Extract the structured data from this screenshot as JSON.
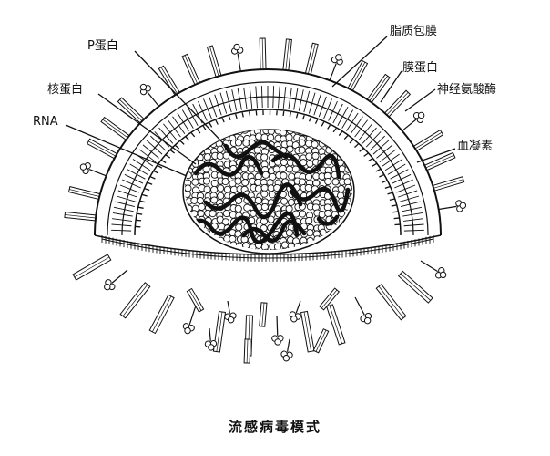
{
  "labels": {
    "p_protein": "P蛋白",
    "nucleoprotein": "核蛋白",
    "rna": "RNA",
    "lipid_envelope": "脂质包膜",
    "membrane_protein": "膜蛋白",
    "neuraminidase": "神经氨酸酶",
    "hemagglutinin": "血凝素"
  },
  "caption": "流感病毒模式",
  "colors": {
    "ink": "#111111",
    "paper": "#ffffff"
  }
}
